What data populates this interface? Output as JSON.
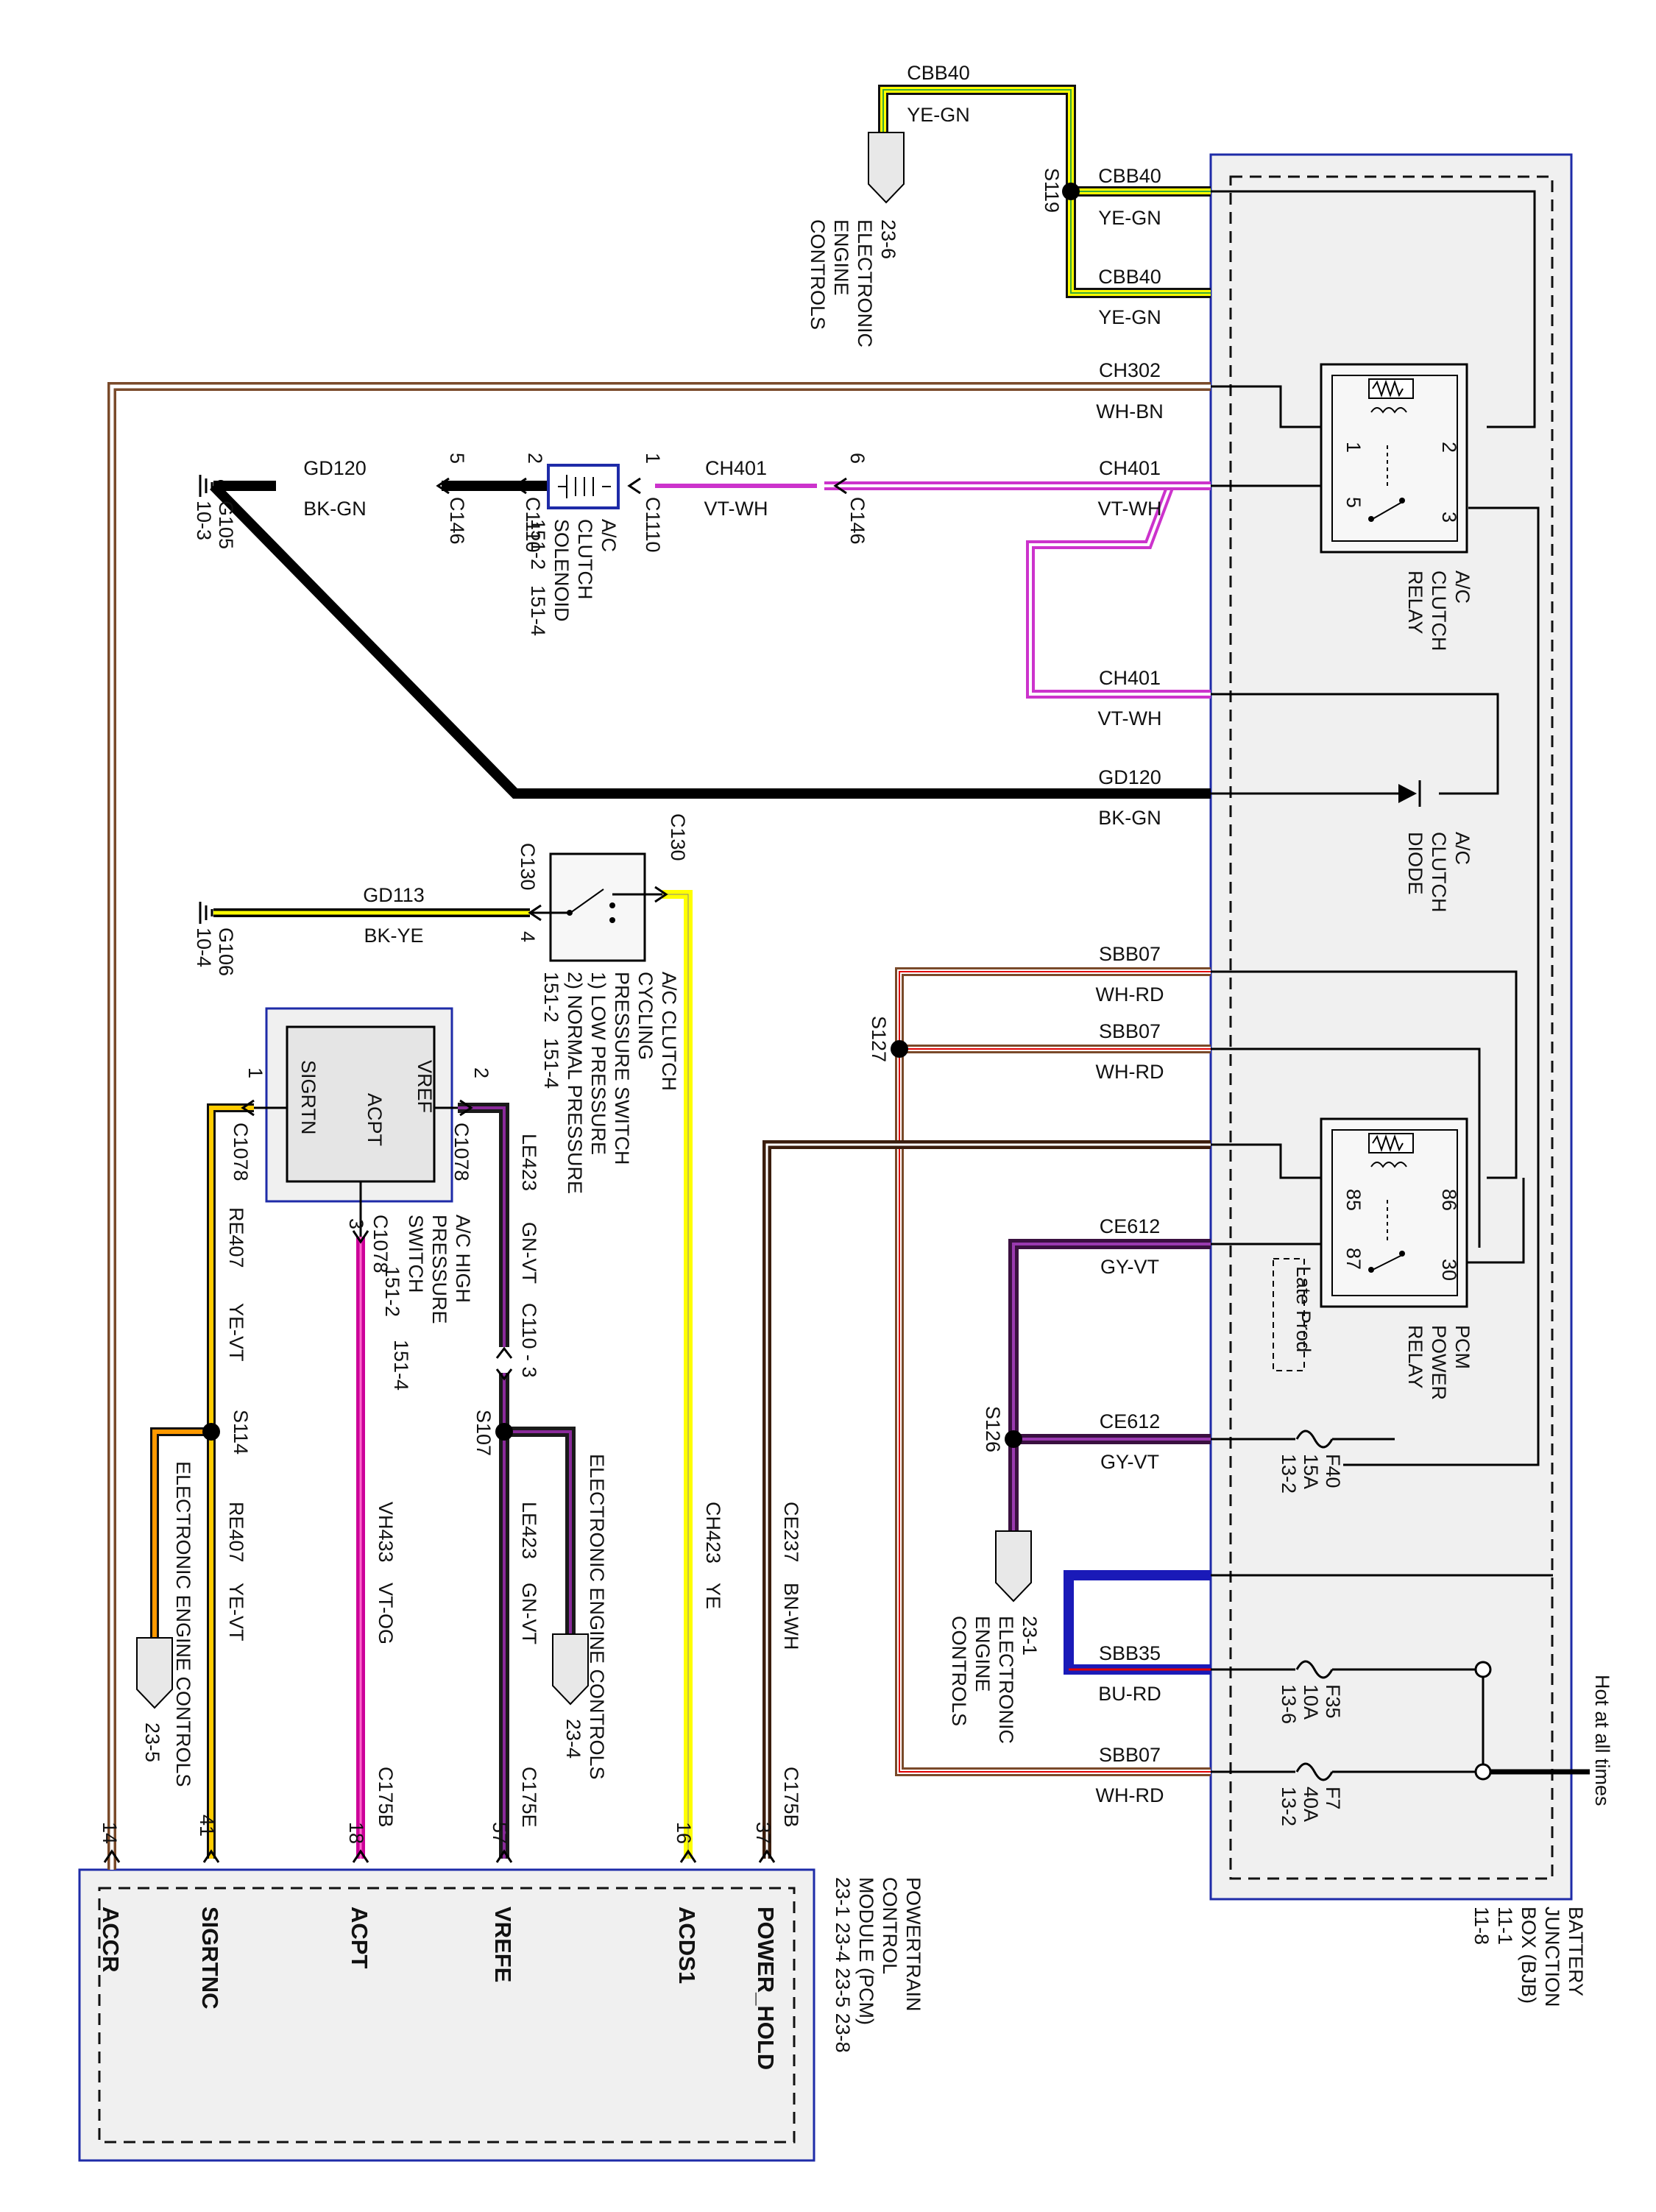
{
  "colors": {
    "yellow": "#ffff00",
    "green": "#38a838",
    "black": "#000000",
    "violet": "#cc33cc",
    "white": "#ffffff",
    "red": "#e00000",
    "brown": "#7a4a2a",
    "blue": "#1a1ab8",
    "gray": "#888888",
    "orange": "#ff9900",
    "boxblue": "#1e2ba8",
    "boxfill": "#f0f0f0"
  },
  "rotated_labels": {
    "s119": "S119",
    "ref_23_6": "23-6",
    "eec_23_6": [
      "ELECTRONIC",
      "ENGINE",
      "CONTROLS"
    ],
    "g105": "G105",
    "g105_ref": "10-3",
    "c146_5": "C146",
    "pin_5": "5",
    "c1110_2": "C1110",
    "pin_2": "2",
    "c1110_1": "C1110",
    "pin_1": "1",
    "solenoid_name": [
      "A/C",
      "CLUTCH",
      "SOLENOID"
    ],
    "solenoid_refs": [
      "151-2",
      "151-4"
    ],
    "c146_6": "C146",
    "pin_6": "6",
    "relay_name": [
      "A/C",
      "CLUTCH",
      "RELAY"
    ],
    "diode_name": [
      "A/C",
      "CLUTCH",
      "DIODE"
    ],
    "c130_top": "C130",
    "c130_left": "C130",
    "pin_4": "4",
    "g106": "G106",
    "g106_ref": "10-4",
    "pcs_name": [
      "A/C CLUTCH",
      "CYCLING",
      "PRESSURE SWITCH",
      "1) LOW PRESSURE",
      "2) NORMAL PRESSURE"
    ],
    "pcs_refs": [
      "151-2",
      "151-4"
    ],
    "s127": "S127",
    "pcm_relay_name": [
      "PCM",
      "POWER",
      "RELAY"
    ],
    "late_prod": "Late Prod",
    "relay2_pins": [
      "86",
      "85",
      "87",
      "30",
      "2",
      "1",
      "5",
      "3"
    ],
    "hp_pins": [
      "1",
      "2",
      "3"
    ],
    "hp_labels": [
      "SIGRTN",
      "VREF",
      "ACPT"
    ],
    "c1078_a": "C1078",
    "c1078_b": "C1078",
    "c1078_c": "C1078",
    "hp_name": [
      "A/C HIGH",
      "PRESSURE",
      "SWITCH",
      "151-2",
      "151-4"
    ],
    "le423_top": "LE423",
    "gn_vt_top": "GN-VT",
    "c110_3": "C110 - 3",
    "s107": "S107",
    "s114": "S114",
    "s126": "S126",
    "eec_23_1": [
      "23-1",
      "ELECTRONIC",
      "ENGINE",
      "CONTROLS"
    ],
    "eec_23_4": [
      "ELECTRONIC ENGINE CONTROLS",
      "23-4"
    ],
    "eec_23_5": [
      "ELECTRONIC ENGINE CONTROLS",
      "23-5"
    ],
    "wire_vert": [
      {
        "code": "RE407",
        "color": "YE-VT"
      },
      {
        "code": "RE407",
        "color": "YE-VT"
      },
      {
        "code": "VH433",
        "color": "VT-OG"
      },
      {
        "code": "LE423",
        "color": "GN-VT"
      },
      {
        "code": "CH423",
        "color": "YE"
      },
      {
        "code": "CE237",
        "color": "BN-WH"
      }
    ],
    "pcm_conn": [
      "14",
      "41",
      "C175B",
      "18",
      "57",
      "C175E",
      "C175B",
      "16",
      "37",
      "C175B"
    ],
    "pcm_pins": [
      "ACCR",
      "SIGRTNC",
      "ACPT",
      "VREFE",
      "ACDS1",
      "POWER_HOLD"
    ],
    "pcm_name": [
      "POWERTRAIN",
      "CONTROL",
      "MODULE (PCM)",
      "23-1   23-4   23-5   23-8"
    ],
    "bjb_name": [
      "BATTERY",
      "JUNCTION",
      "BOX (BJB)",
      "11-1",
      "11-8"
    ],
    "hot": "Hot at all times",
    "fuse_f40": [
      "F40",
      "15A",
      "13-2"
    ],
    "fuse_f35": [
      "F35",
      "10A",
      "13-6"
    ],
    "fuse_f7": [
      "F7",
      "40A",
      "13-2"
    ]
  },
  "wire_labels": {
    "top_code": "CBB40",
    "top_color": "YE-GN",
    "cbb40_a": "CBB40",
    "yegn_a": "YE-GN",
    "cbb40_b": "CBB40",
    "yegn_b": "YE-GN",
    "ch302": "CH302",
    "whbn": "WH-BN",
    "gd120_l": "GD120",
    "bkgn_l": "BK-GN",
    "ch401_l": "CH401",
    "vtwh_l": "VT-WH",
    "ch401_r": "CH401",
    "vtwh_r": "VT-WH",
    "ch401_m": "CH401",
    "vtwh_m": "VT-WH",
    "gd120_r": "GD120",
    "bkgn_r": "BK-GN",
    "gd113": "GD113",
    "bkye": "BK-YE",
    "sbb07_a": "SBB07",
    "whrd_a": "WH-RD",
    "sbb07_b": "SBB07",
    "whrd_b": "WH-RD",
    "ce612_a": "CE612",
    "gyvt_a": "GY-VT",
    "ce612_b": "CE612",
    "gyvt_b": "GY-VT",
    "sbb35": "SBB35",
    "burd": "BU-RD",
    "sbb07_c": "SBB07",
    "whrd_c": "WH-RD"
  }
}
